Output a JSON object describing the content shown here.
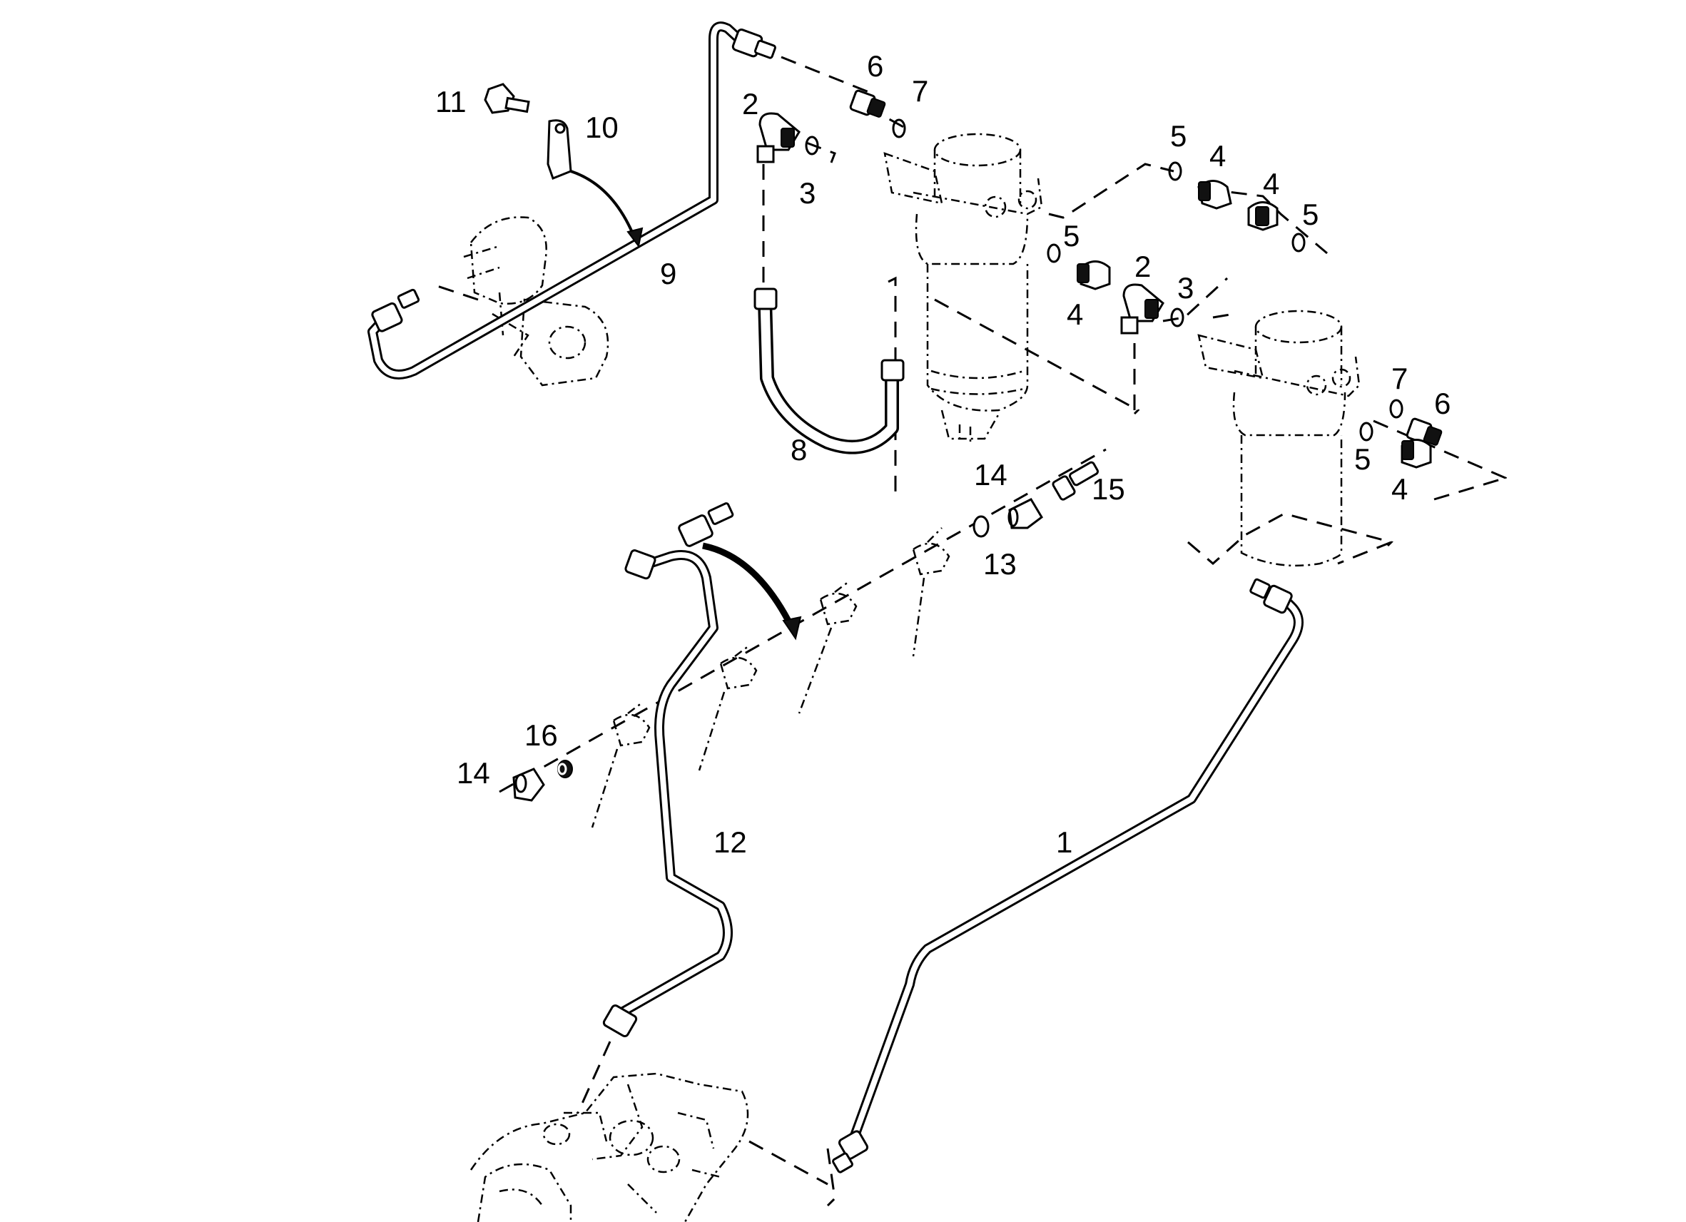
{
  "callouts": {
    "c1": "1",
    "c2a": "2",
    "c2b": "2",
    "c3a": "3",
    "c3b": "3",
    "c4a": "4",
    "c4b": "4",
    "c4c": "4",
    "c4d": "4",
    "c5a": "5",
    "c5b": "5",
    "c5c": "5",
    "c5d": "5",
    "c6a": "6",
    "c6b": "6",
    "c7a": "7",
    "c7b": "7",
    "c8": "8",
    "c9": "9",
    "c10": "10",
    "c11": "11",
    "c12": "12",
    "c13": "13",
    "c14a": "14",
    "c14b": "14",
    "c15": "15",
    "c16": "16"
  }
}
